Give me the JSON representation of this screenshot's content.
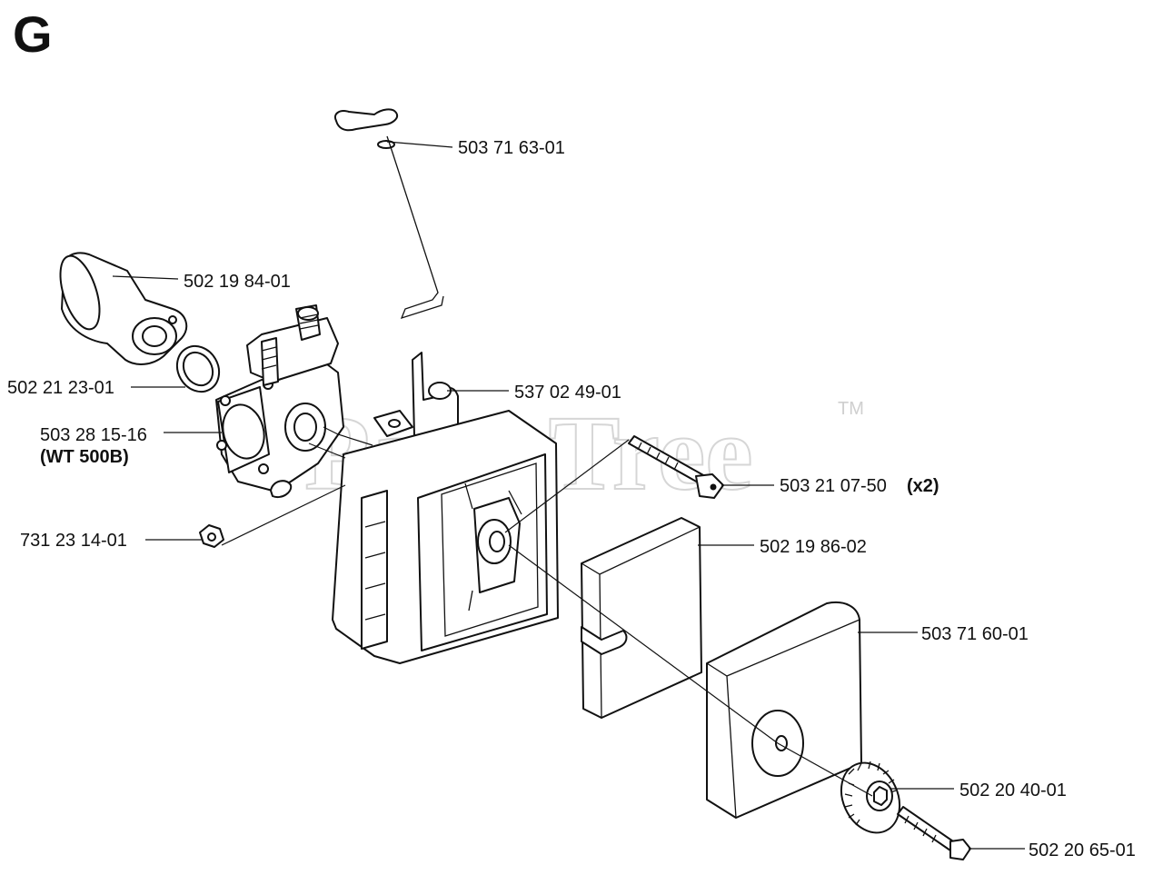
{
  "section": "G",
  "watermark": {
    "text": "PartsTree",
    "tm": "TM"
  },
  "parts": [
    {
      "id": "throttle-rod",
      "number": "503 71 63-01",
      "note": ""
    },
    {
      "id": "intake-elbow",
      "number": "502 19 84-01",
      "note": ""
    },
    {
      "id": "o-ring",
      "number": "502 21 23-01",
      "note": ""
    },
    {
      "id": "carburetor",
      "number": "503 28 15-16",
      "note": "(WT 500B)"
    },
    {
      "id": "nut",
      "number": "731 23 14-01",
      "note": ""
    },
    {
      "id": "air-filter-housing",
      "number": "537 02 49-01",
      "note": ""
    },
    {
      "id": "screw",
      "number": "503 21 07-50",
      "note": "(x2)"
    },
    {
      "id": "air-filter",
      "number": "502 19 86-02",
      "note": ""
    },
    {
      "id": "air-filter-cover",
      "number": "503 71 60-01",
      "note": ""
    },
    {
      "id": "cover-knob",
      "number": "502 20 40-01",
      "note": ""
    },
    {
      "id": "knob-bolt",
      "number": "502 20 65-01",
      "note": ""
    }
  ]
}
